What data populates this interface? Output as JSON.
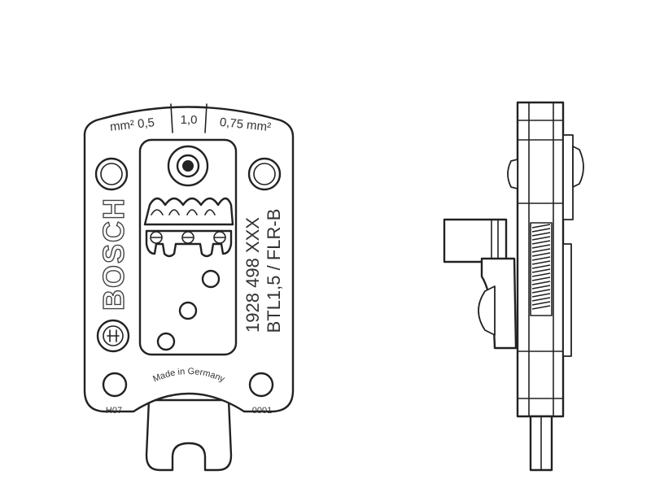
{
  "front_view": {
    "sizes": {
      "left": "mm² 0,5",
      "center": "1,0",
      "right": "0,75 mm²"
    },
    "brand": "BOSCH",
    "part_number": "1928 498 XXX",
    "model": "BTL1,5 / FLR-B",
    "origin": "Made in Germany",
    "code_left": "H07",
    "code_right": "0001"
  }
}
